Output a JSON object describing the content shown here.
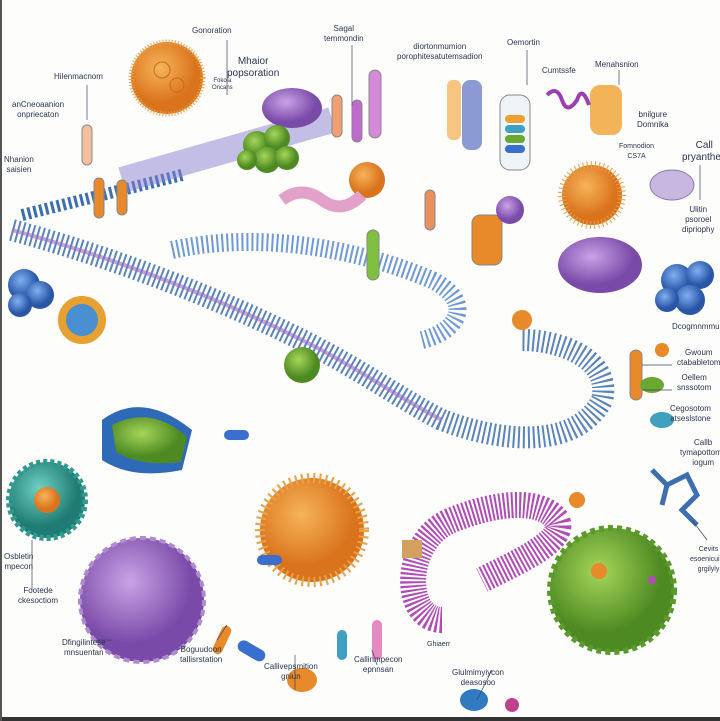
{
  "labels": [
    "Gonoration",
    "Sagal\ntemmondin",
    "Mhaior\npopsoration",
    "Hilenmacnom",
    "Fokoia\nOncans",
    "anCneoaanion\nonpriecaton",
    "Nhanion\nsaisien",
    "diortonmumion\nporophitesatutemsadion",
    "Oemortin",
    "Cumtssfe",
    "Menahsnion",
    "bnilgure\nDomnika",
    "Fomnodion\nCS7A",
    "Call\npryanthen",
    "Ulitin\npsoroel\ndipriophy",
    "Dcogmnmmu",
    "Gwoum\nctababletom",
    "Oellem\nsnssotom",
    "Cegosotom\natseslstone",
    "Callb\ntymapottome\niogum",
    "Osbletin\nmpecon",
    "Footede\nckesoctiom",
    "Dfingilintese\nmnsuentan",
    "Boguudoon\ntallisrstation",
    "Callivepsmition\ngniun",
    "Callinmpecon\nepnnsan",
    "Ghiaerr",
    "Glulmimyiycon\ndeasosoo",
    "Cevits\nesoenicuisn\ngrgilyly"
  ],
  "colors": {
    "ribbon": "#3d6fb0",
    "orange": "#e8892a",
    "purple": "#9b6bc4",
    "magenta": "#b04bb8",
    "green": "#6aa832",
    "teal": "#2f9a8f",
    "blue": "#3a6fcf",
    "text": "#2b3550"
  }
}
